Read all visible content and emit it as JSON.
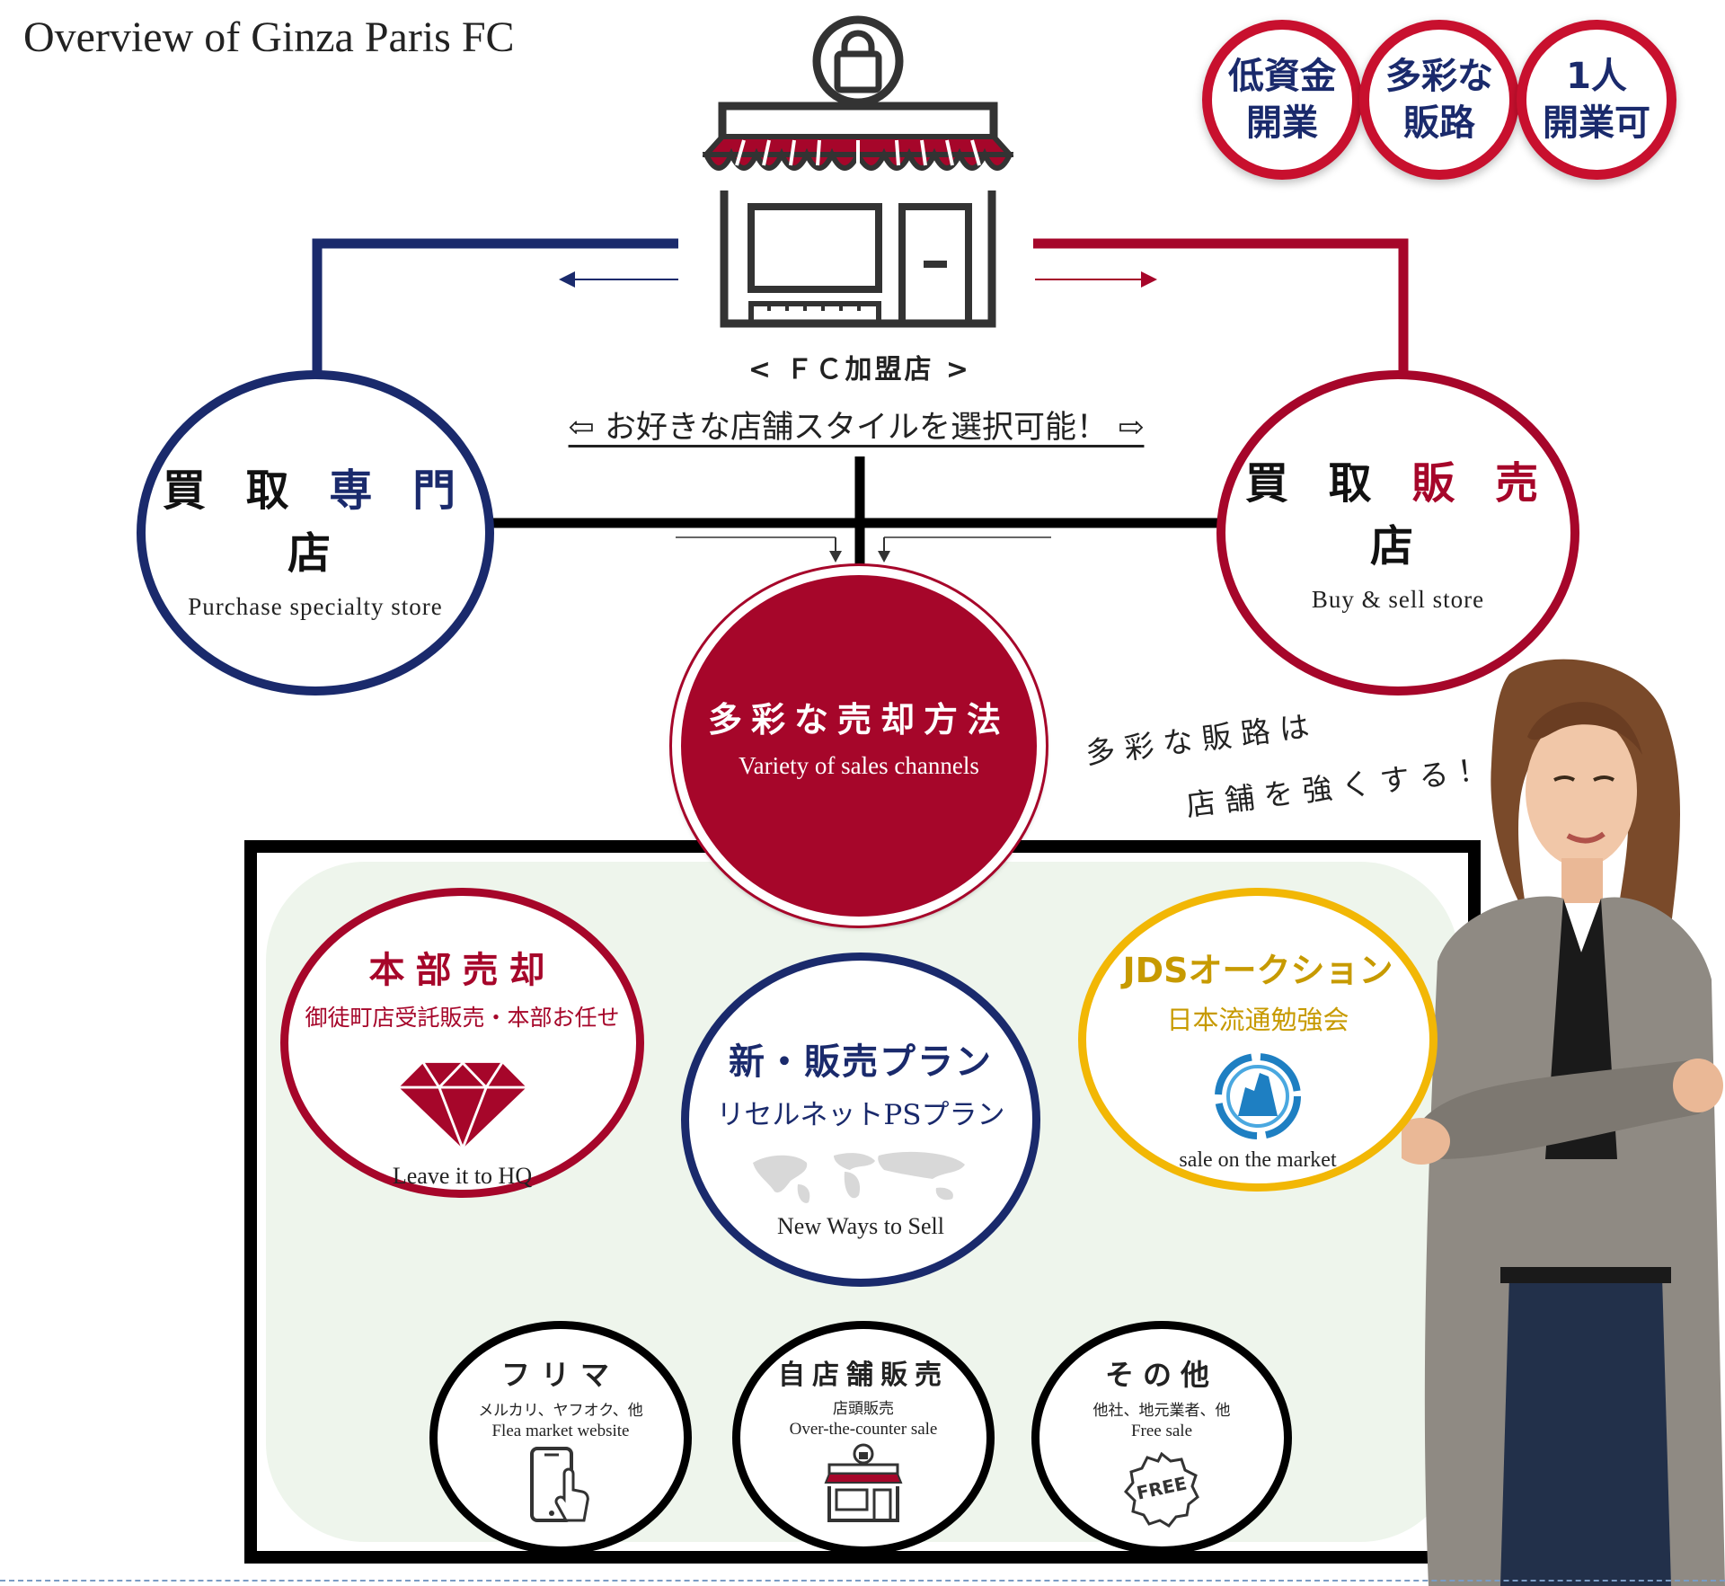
{
  "title": "Overview of Ginza Paris FC",
  "badges": [
    {
      "line1": "低資金",
      "line2": "開業"
    },
    {
      "line1": "多彩な",
      "line2": "販路"
    },
    {
      "line1": "1人",
      "line2": "開業可"
    }
  ],
  "shop": {
    "label": "< ＦＣ加盟店 >",
    "choice": "⇦ お好きな店舗スタイルを選択可能！ ⇨"
  },
  "left_store": {
    "p1": "買 取 ",
    "p2": "専 門",
    "p3": " 店",
    "en": "Purchase specialty store"
  },
  "right_store": {
    "p1": "買 取 ",
    "p2": "販 売",
    "p3": " 店",
    "en": "Buy & sell store"
  },
  "center": {
    "jp": "多彩な売却方法",
    "en": "Variety of sales channels"
  },
  "tagline": {
    "line1": "多 彩 な 販 路 は",
    "line2": "店 舗 を 強 く す る ！"
  },
  "methods": {
    "hq": {
      "title": "本部売却",
      "sub": "御徒町店受託販売・本部お任せ",
      "en": "Leave it to HQ"
    },
    "new_plan": {
      "title": "新・販売プラン",
      "sub": "リセルネットPSプラン",
      "en": "New Ways to Sell"
    },
    "jds": {
      "title": "JDSオークション",
      "sub": "日本流通勉強会",
      "en": "sale on the market"
    },
    "flea": {
      "title": "フリマ",
      "sub": "メルカリ、ヤフオク、他",
      "en": "Flea market website"
    },
    "own_store": {
      "title": "自店舗販売",
      "sub": "店頭販売",
      "en": "Over-the-counter sale"
    },
    "other": {
      "title": "その他",
      "sub": "他社、地元業者、他",
      "en": "Free sale",
      "icon_text": "FREE"
    }
  },
  "colors": {
    "navy": "#1a2a6c",
    "crimson": "#a6062a",
    "gold": "#f2b705",
    "black": "#000000"
  }
}
